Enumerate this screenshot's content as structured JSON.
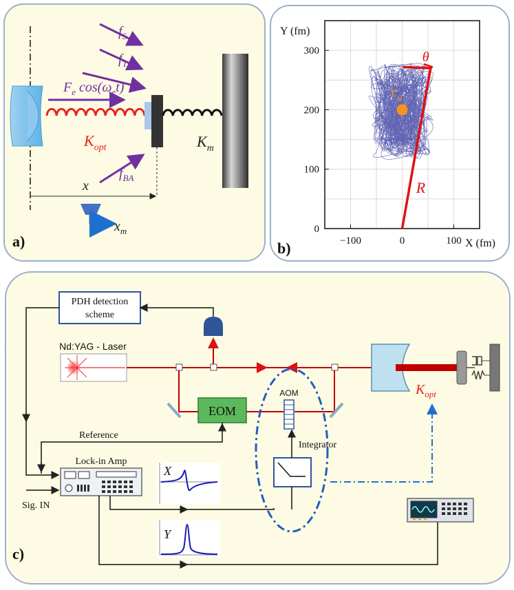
{
  "panel_a": {
    "label": "a)",
    "force_fs": "f",
    "force_fs_sub": "S",
    "force_ft": "f",
    "force_ft_sub": "T",
    "drive_main": "F",
    "drive_sub": "e",
    "drive_tail": " cos(ω",
    "drive_sub2": "e",
    "drive_end": "t)",
    "k_opt": "K",
    "k_opt_sub": "opt",
    "k_m": "K",
    "k_m_sub": "m",
    "x_label": "x",
    "f_ba": "f",
    "f_ba_sub": "BA",
    "x_m": "x",
    "x_m_sub": "m"
  },
  "panel_b": {
    "label": "b)",
    "y_axis_label": "Y (fm)",
    "x_axis_label": "X (fm)",
    "theta_label": "θ",
    "r0_label": "r",
    "r0_sub": "0",
    "R_label": "R"
  },
  "panel_c": {
    "label": "c)",
    "pdh": [
      "PDH detection",
      "scheme"
    ],
    "laser": "Nd:YAG - Laser",
    "eom": "EOM",
    "aom": "AOM",
    "reference": "Reference",
    "lockin": "Lock-in Amp",
    "integrator": "Integrator",
    "sig_in": "Sig. IN",
    "X_label": "X",
    "Y_label": "Y",
    "k_opt": "K",
    "k_opt_sub": "opt"
  },
  "chart_data": {
    "type": "scatter",
    "xlabel": "X (fm)",
    "ylabel": "Y (fm)",
    "xlim": [
      -150,
      150
    ],
    "ylim": [
      0,
      350
    ],
    "x_ticks": [
      -100,
      0,
      100
    ],
    "y_ticks": [
      0,
      100,
      200,
      300
    ],
    "grid": true,
    "points": [
      {
        "x": 0,
        "y": 200
      }
    ],
    "vector_R": {
      "from": [
        0,
        0
      ],
      "to": [
        55,
        270
      ]
    }
  },
  "colors": {
    "panel_bg": "#fdfbe3",
    "panel_border": "#9ab0cc",
    "force_arrow": "#7030a0",
    "spring_red": "#e8231f",
    "beam_red": "#c00000",
    "trajectory": "#3a3fa0",
    "center_dot": "#f7941d",
    "dashdot_blue": "#1f6fcf"
  }
}
